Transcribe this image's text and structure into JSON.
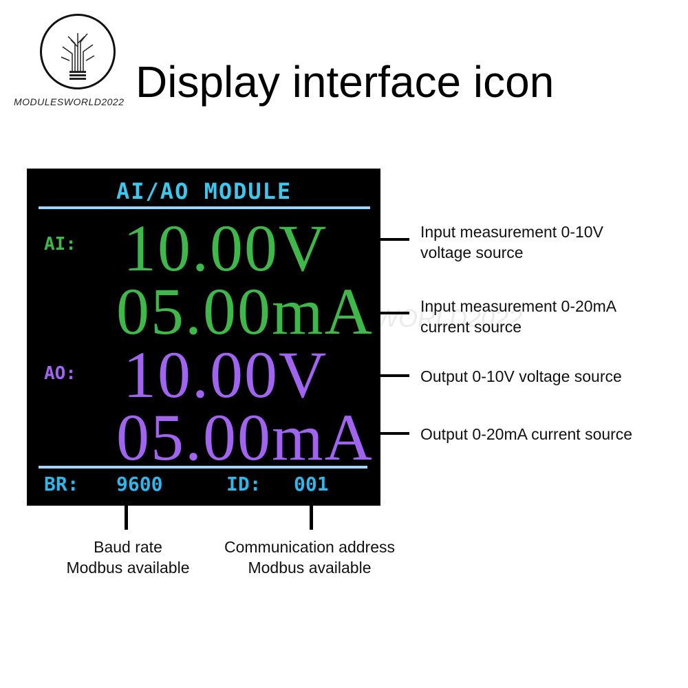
{
  "brand": "MODULESWORLD2022",
  "title": "Display interface icon",
  "screen": {
    "header": "AI/AO MODULE",
    "ai_label": "AI:",
    "ai_voltage": "10.00V",
    "ai_current": "05.00mA",
    "ao_label": "AO:",
    "ao_voltage": "10.00V",
    "ao_current": "05.00mA",
    "br_label": "BR:",
    "br_value": "9600",
    "id_label": "ID:",
    "id_value": "001"
  },
  "annotations": {
    "ai_voltage": [
      "Input measurement 0-10V",
      "voltage source"
    ],
    "ai_current": [
      "Input measurement 0-20mA",
      "current source"
    ],
    "ao_voltage": "Output 0-10V voltage source",
    "ao_current": "Output 0-20mA current source",
    "baud": [
      "Baud rate",
      "Modbus available"
    ],
    "address": [
      "Communication address",
      "Modbus available"
    ]
  },
  "colors": {
    "green": "#3fb84a",
    "purple": "#a064f0",
    "cyan": "#2fb6ea"
  }
}
